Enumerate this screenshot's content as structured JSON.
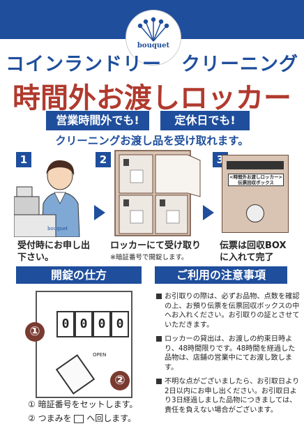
{
  "logo": {
    "text": "bouquet"
  },
  "title": {
    "line1": "コインランドリー　クリーニング",
    "line2": "時間外お渡しロッカー"
  },
  "badges": [
    "営業時間外でも!",
    "定休日でも!"
  ],
  "subtitle": "クリーニングお渡し品を受け取れます。",
  "steps": [
    {
      "num": "1",
      "caption": "受付時にお申し出下さい。",
      "note": ""
    },
    {
      "num": "2",
      "caption": "ロッカーにて受け取り",
      "note": "※暗証番号で開錠します。"
    },
    {
      "num": "3",
      "caption": "伝票は回収BOXに入れて完了",
      "note": ""
    }
  ],
  "step3_box_label": "<時間外お渡しロッカー>伝票回収ボックス",
  "unlock": {
    "heading": "開錠の仕方",
    "dials": [
      "0",
      "0",
      "0",
      "0"
    ],
    "markers": [
      "①",
      "②"
    ],
    "open_label": "OPEN",
    "instructions": [
      "① 暗証番号をセットします。",
      "② つまみを",
      "へ回します。"
    ]
  },
  "notes": {
    "heading": "ご利用の注意事項",
    "items": [
      "お引取りの際は、必ずお品物、点数を確認の上、お預り伝票を伝票回収ボックスの中へお入れください。お引取りの証とさせていただきます。",
      "ロッカーの貸出は、お渡しの約束日時より、48時間限りです。48時間を経過した品物は、店舗の営業中にてお渡し致します。",
      "不明な点がございましたら、お引取日より2日以内にお申し出ください。お引取日より3日経過しました品物につきましては、責任を負えない場合がございます。"
    ]
  },
  "colors": {
    "blue": "#1f4e9c",
    "red": "#b03a2e",
    "brown": "#7a3a30"
  }
}
